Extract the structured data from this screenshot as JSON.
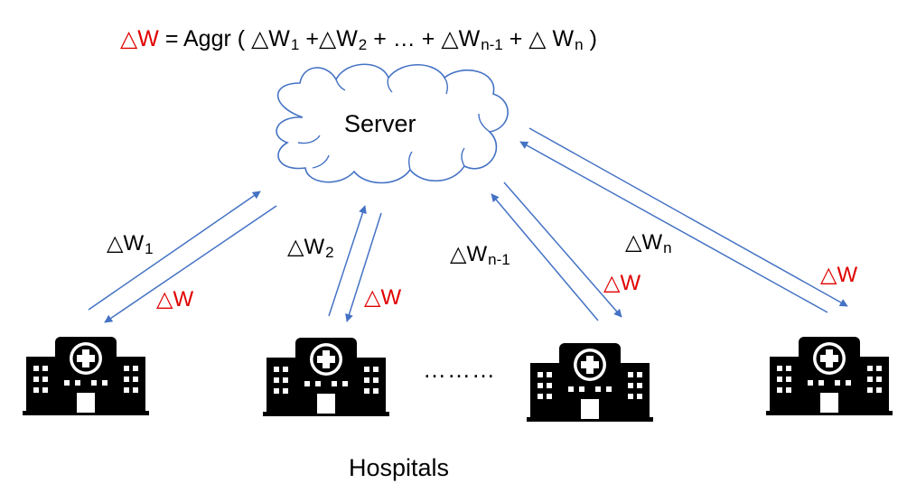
{
  "formula": {
    "lhs_symbol": "△W",
    "equals_aggr": "= Aggr (",
    "terms": [
      {
        "base": "△W",
        "sub": "1"
      },
      {
        "base": "+△W",
        "sub": "2"
      },
      {
        "base": "+ … +",
        "sub": ""
      },
      {
        "base": "△W",
        "sub": "n-1"
      },
      {
        "base": "+ △ W",
        "sub": "n"
      }
    ],
    "close": ")"
  },
  "server": {
    "label": "Server"
  },
  "clients": [
    {
      "upload_base": "△W",
      "upload_sub": "1",
      "download": "△W"
    },
    {
      "upload_base": "△W",
      "upload_sub": "2",
      "download": "△W"
    },
    {
      "upload_base": "△W",
      "upload_sub": "n-1",
      "download": "△W"
    },
    {
      "upload_base": "△W",
      "upload_sub": "n",
      "download": "△W"
    }
  ],
  "ellipsis": "………",
  "hospitals_label": "Hospitals",
  "colors": {
    "arrow": "#4472c4",
    "global_update": "#e00000",
    "building": "#000000",
    "cloud_stroke": "#4472c4"
  },
  "icons": {
    "cloud": "cloud-icon",
    "hospital": "hospital-icon"
  }
}
